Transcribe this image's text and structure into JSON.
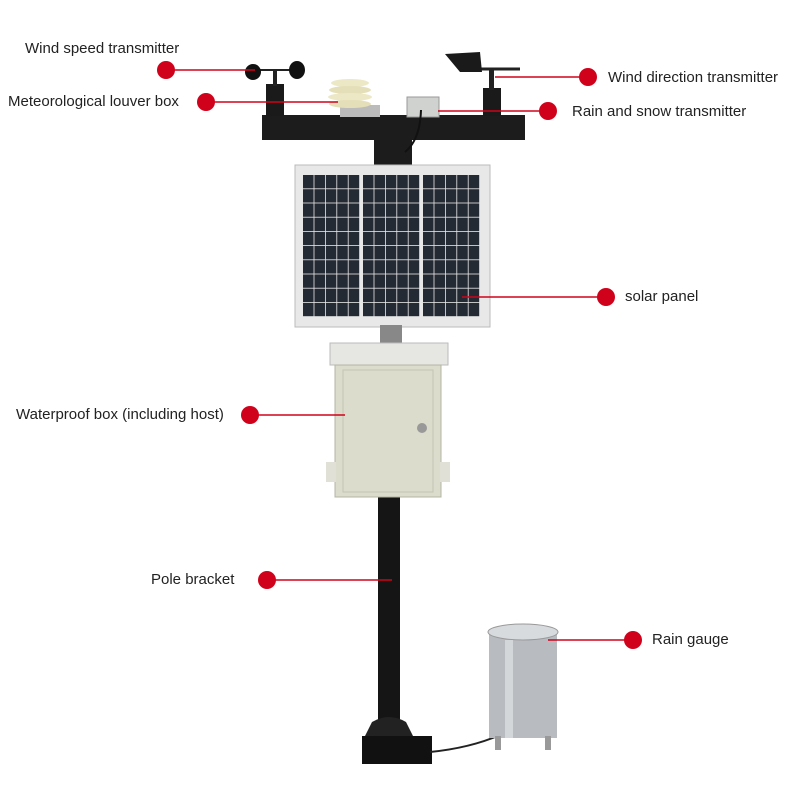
{
  "labels": {
    "wind_speed": "Wind speed transmitter",
    "louver_box": "Meteorological louver box",
    "wind_direction": "Wind direction transmitter",
    "rain_snow": "Rain and snow transmitter",
    "solar_panel": "solar panel",
    "waterproof_box": "Waterproof box (including host)",
    "pole_bracket": "Pole bracket",
    "rain_gauge": "Rain gauge"
  },
  "colors": {
    "callout": "#d0021b",
    "equipment": "#1e1e1e",
    "box": "#dcdccc"
  }
}
